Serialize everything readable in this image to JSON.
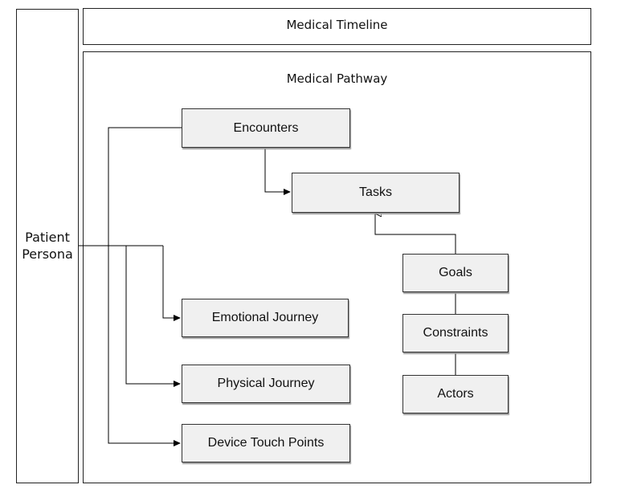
{
  "persona": {
    "label_line1": "Patient",
    "label_line2": "Persona"
  },
  "timeline": {
    "label": "Medical Timeline"
  },
  "pathway": {
    "label": "Medical Pathway",
    "boxes": {
      "encounters": "Encounters",
      "tasks": "Tasks",
      "goals": "Goals",
      "constraints": "Constraints",
      "actors": "Actors",
      "emotional_journey": "Emotional Journey",
      "physical_journey": "Physical Journey",
      "device_touch_points": "Device Touch Points"
    }
  }
}
